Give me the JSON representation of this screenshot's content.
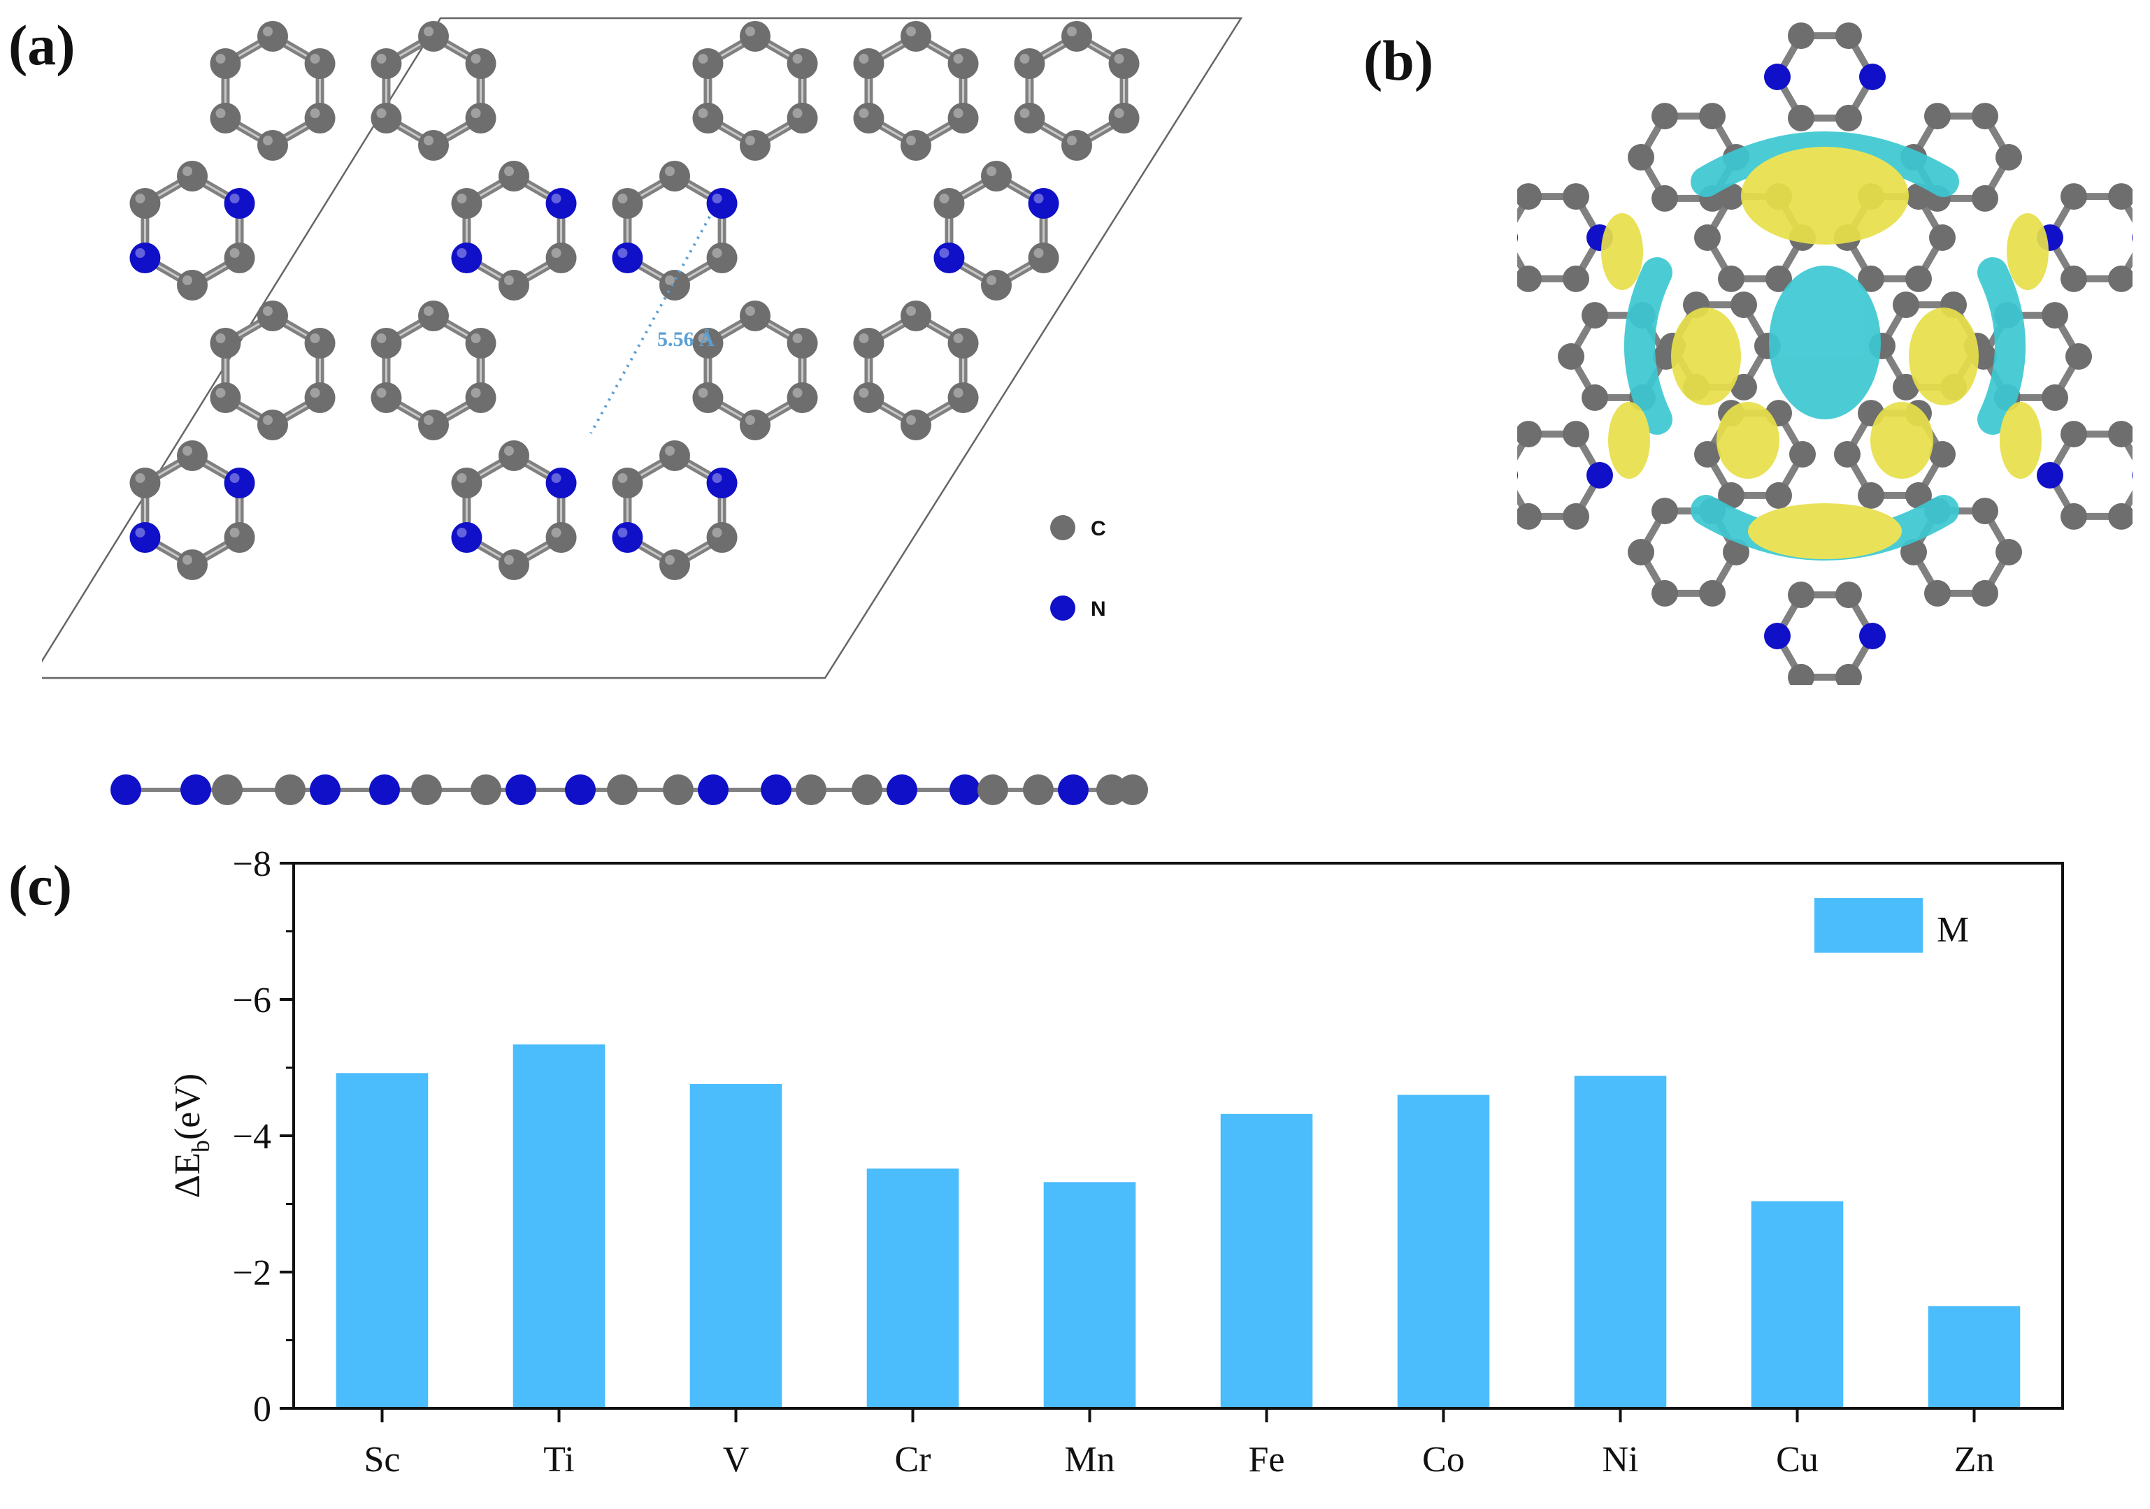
{
  "panels": {
    "a": "(a)",
    "b": "(b)",
    "c": "(c)"
  },
  "structure_a": {
    "distance_label": "5.56 Å",
    "legend": [
      {
        "label": "C",
        "color": "#6e6e6e"
      },
      {
        "label": "N",
        "color": "#1010c8"
      }
    ]
  },
  "colors": {
    "carbon": "#6e6e6e",
    "nitrogen": "#1010c8",
    "bond": "#808080",
    "charge_accumulation": "#e8e04a",
    "charge_depletion": "#3cc8d2",
    "bar": "#4bbcfc"
  },
  "chart_data": {
    "type": "bar",
    "categories": [
      "Sc",
      "Ti",
      "V",
      "Cr",
      "Mn",
      "Fe",
      "Co",
      "Ni",
      "Cu",
      "Zn"
    ],
    "series": [
      {
        "name": "M",
        "values": [
          -4.92,
          -5.34,
          -4.76,
          -3.52,
          -3.32,
          -4.32,
          -4.6,
          -4.88,
          -3.04,
          -1.5
        ]
      }
    ],
    "ylabel_prefix": "ΔE",
    "ylabel_sub": "b",
    "ylabel_suffix": "(eV)",
    "ylim": [
      0,
      -8
    ],
    "yticks": [
      0,
      -2,
      -4,
      -6,
      -8
    ],
    "ytick_labels": [
      "0",
      "−2",
      "−4",
      "−6",
      "−8"
    ],
    "y_inverted": true,
    "legend_position": "top-right",
    "grid": false
  }
}
